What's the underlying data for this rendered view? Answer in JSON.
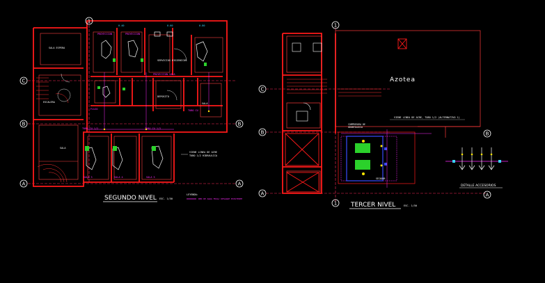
{
  "drawing": {
    "left_plan": {
      "title": "SEGUNDO NIVEL",
      "scale": "ESC. 1/50",
      "grid_top": "1",
      "grid_left": [
        "C",
        "B",
        "A"
      ],
      "grid_right": [
        "B",
        "A"
      ],
      "legend_title": "LEYENDA:",
      "legend_line": "RED DE AGUA FRIA/ DESAGUE EXISTENTE",
      "note": "TUBO 1/2 HIDRAULICA",
      "note2": "VIENE LINEA DE AIRE"
    },
    "right_plan": {
      "title": "TERCER NIVEL",
      "scale": "ESC. 1/50",
      "grid_top": "1",
      "grid_bottom": "1",
      "grid_left": [
        "C",
        "B",
        "A"
      ],
      "roof_label": "Azotea",
      "note": "VIENE LINEA DE AIRE, TUBO 1/2 (ALTERNATIVO 1)"
    },
    "detail": {
      "title": "DETALLE ACCESORIOS",
      "grid_top": "B",
      "grid_bottom": "A"
    },
    "colors": {
      "wall": "#ff1a1a",
      "secondary": "#e01060",
      "text": "#ffffff",
      "annotation": "#ff2bff",
      "equipment": "#2bd12b",
      "blue": "#3a4bff",
      "yellow": "#ffe600",
      "cyan": "#3ad6ff"
    }
  }
}
